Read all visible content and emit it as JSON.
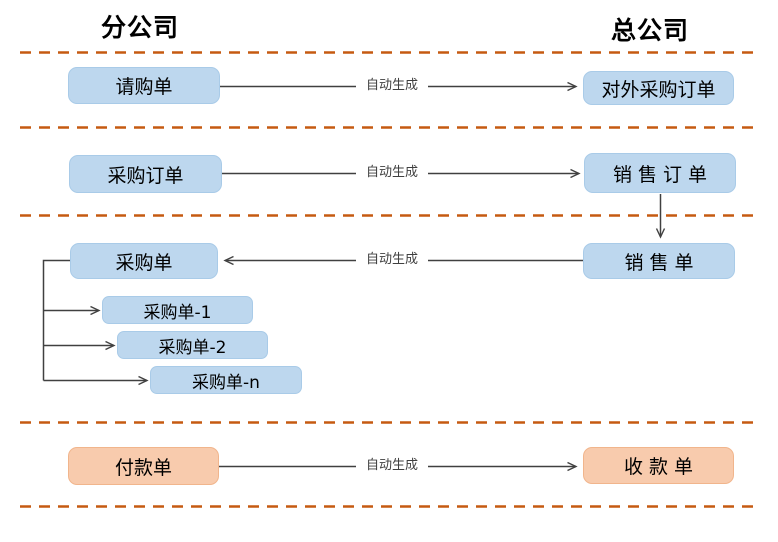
{
  "headers": {
    "left": "分公司",
    "right": "总公司"
  },
  "edge_label": "自动生成",
  "nodes": {
    "purchase_request": "请购单",
    "external_purchase_order": "对外采购订单",
    "purchase_order": "采购订单",
    "sales_order": "销 售 订 单",
    "purchase_doc": "采购单",
    "sales_doc": "销 售 单",
    "purchase_doc_1": "采购单-1",
    "purchase_doc_2": "采购单-2",
    "purchase_doc_n": "采购单-n",
    "payment_doc": "付款单",
    "receipt_doc": "收 款 单"
  },
  "colors": {
    "blue_fill": "#BDD7EE",
    "blue_border": "#A9CBE8",
    "peach_fill": "#F8CBAD",
    "peach_border": "#F1B58C",
    "divider": "#C55A11",
    "arrow": "#404040",
    "text": "#000000"
  }
}
